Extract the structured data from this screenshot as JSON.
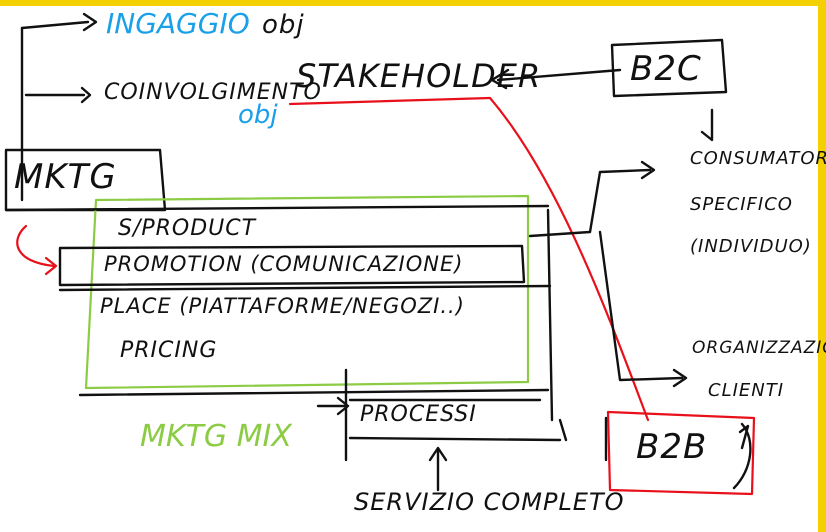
{
  "labels": {
    "ingaggio": "INGAGGIO",
    "obj_top": "obj",
    "coinvolgimento": "COINVOLGIMENTO",
    "stakeholder": "STAKEHOLDER",
    "obj_blue": "obj",
    "b2c": "B2C",
    "mktg": "MKTG",
    "s_product": "S/PRODUCT",
    "promotion": "PROMOTION (COMUNICAZIONE)",
    "place": "PLACE (PIATTAFORME/NEGOZI..)",
    "pricing": "PRICING",
    "consumatori_line1": "CONSUMATORI",
    "consumatori_line2": "SPECIFICO",
    "consumatori_line3": "(INDIVIDUO)",
    "mktg_mix": "MKTG MIX",
    "processi": "PROCESSI",
    "organizzazioni_line1": "ORGANIZZAZIONI",
    "organizzazioni_line2": "CLIENTI",
    "b2b": "B2B",
    "servizio": "SERVIZIO COMPLETO"
  },
  "colors": {
    "ink": "#111111",
    "red": "#e8101a",
    "green": "#8ccc45",
    "blue": "#1aa0e8",
    "frame": "#f4d000"
  }
}
